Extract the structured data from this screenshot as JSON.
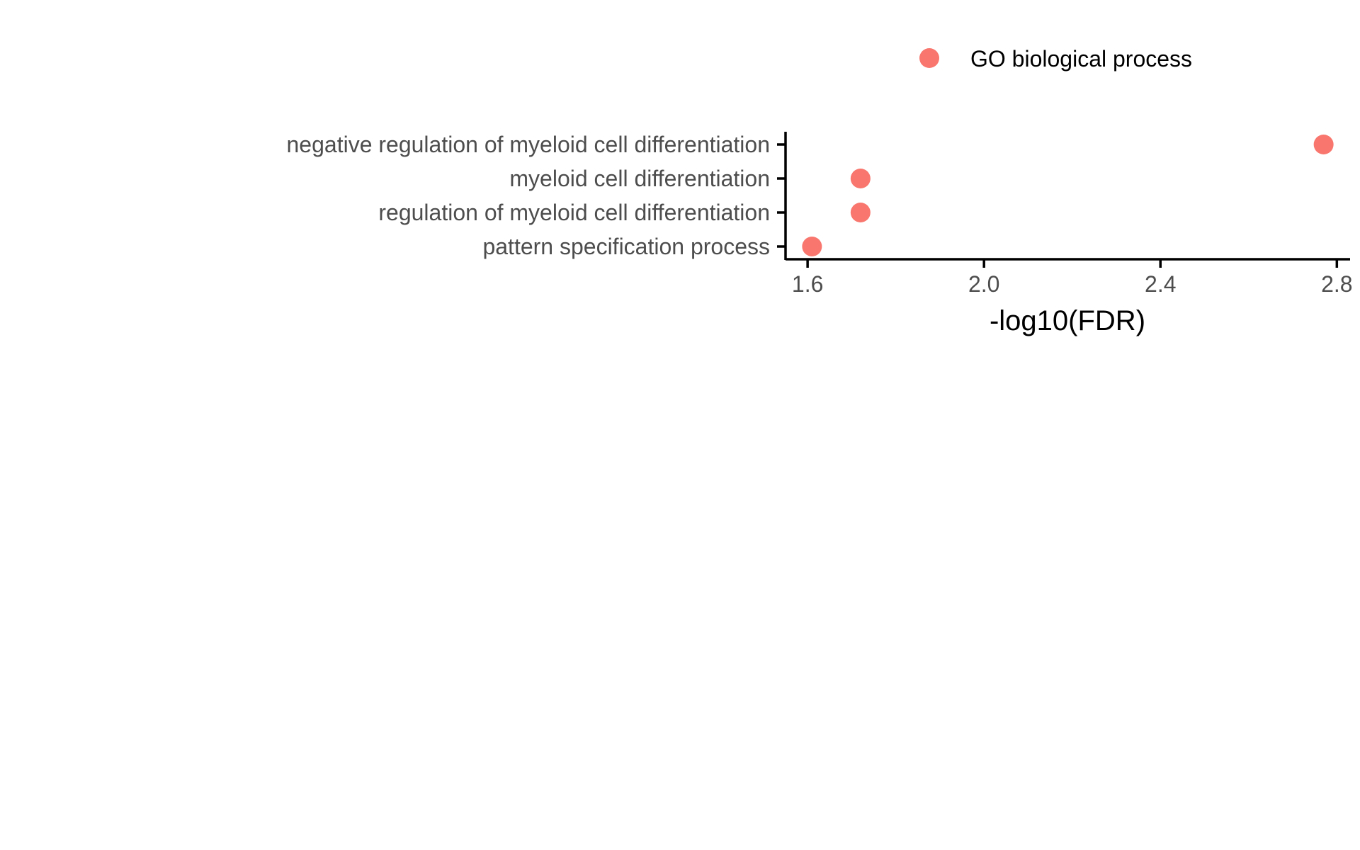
{
  "chart_data": {
    "type": "scatter",
    "xlabel": "-log10(FDR)",
    "ylabel": "",
    "xlim": [
      1.55,
      2.83
    ],
    "x_ticks": [
      "1.6",
      "2.0",
      "2.4",
      "2.8"
    ],
    "x_tick_values": [
      1.6,
      2.0,
      2.4,
      2.8
    ],
    "categories": [
      "negative regulation of myeloid cell differentiation",
      "myeloid cell differentiation",
      "regulation of myeloid cell differentiation",
      "pattern specification process"
    ],
    "series": [
      {
        "name": "GO biological process",
        "color": "#F8766D",
        "values": [
          2.77,
          1.72,
          1.72,
          1.61
        ]
      }
    ],
    "legend": {
      "position": "top",
      "entries": [
        "GO biological process"
      ]
    },
    "grid": false
  }
}
